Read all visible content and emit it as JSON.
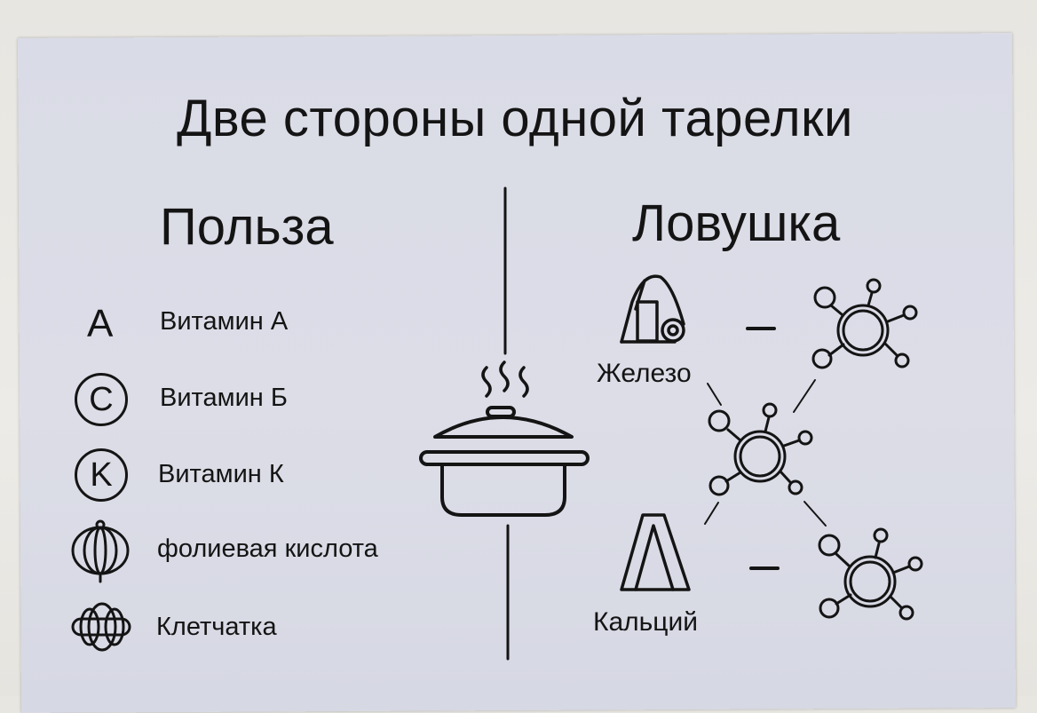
{
  "title": "Две стороны одной тарелки",
  "benefit": {
    "heading": "Польза",
    "items": [
      {
        "badge": "A",
        "label": "Витамин А"
      },
      {
        "badge": "C",
        "label": "Витамин Б"
      },
      {
        "badge": "K",
        "label": "Витамин К"
      },
      {
        "badge": "",
        "label": "фолиевая кислота"
      },
      {
        "badge": "",
        "label": "Клетчатка"
      }
    ]
  },
  "trap": {
    "heading": "Ловушка",
    "iron_label": "Железо",
    "calcium_label": "Кальций",
    "minus": "–"
  },
  "colors": {
    "ink": "#141414",
    "board": "#dadce6"
  }
}
